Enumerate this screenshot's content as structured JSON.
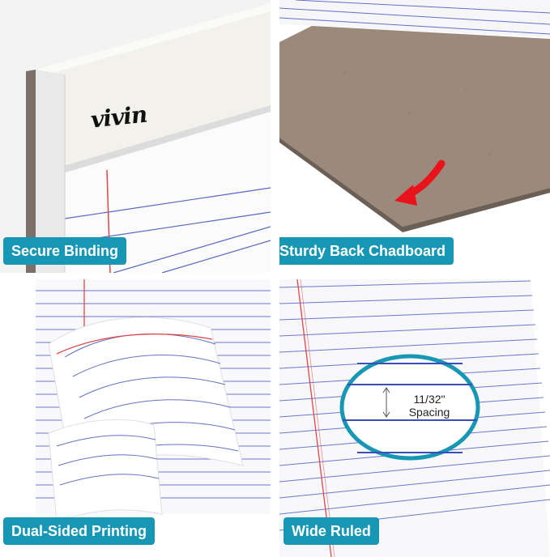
{
  "panels": {
    "binding": {
      "label": "Secure Binding",
      "brand": "vivin"
    },
    "backboard": {
      "label": "Sturdy Back Chadboard"
    },
    "printing": {
      "label": "Dual-Sided Printing"
    },
    "ruled": {
      "label": "Wide Ruled",
      "measure": "11/32\"",
      "measure_caption": "Spacing"
    }
  },
  "colors": {
    "label_bg": "#1797b4",
    "rule_blue": "#3a4fb8",
    "margin_red": "#e0454a",
    "chipboard": "#9b8a7c",
    "arrow_red": "#e8131b"
  }
}
